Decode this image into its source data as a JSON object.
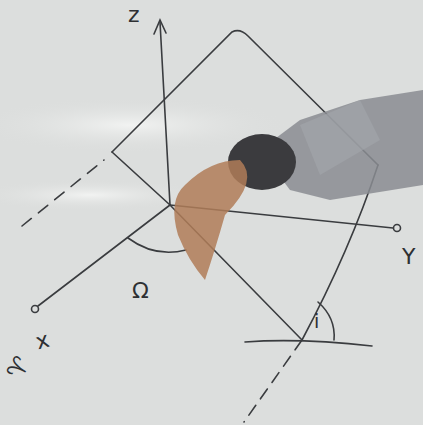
{
  "diagram": {
    "labels": [
      "z",
      "x",
      "♈",
      "Ω",
      "i",
      "Y"
    ]
  }
}
